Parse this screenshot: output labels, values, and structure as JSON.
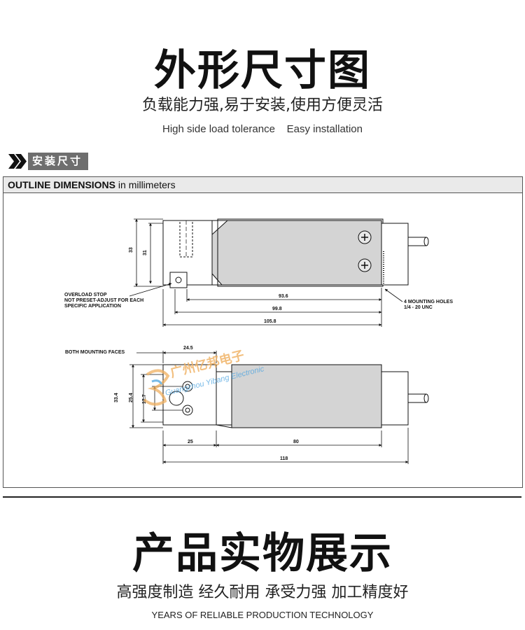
{
  "header": {
    "title": "外形尺寸图",
    "subtitle_cn": "负载能力强,易于安装,使用方便灵活",
    "subtitle_en": "High side load tolerance    Easy installation"
  },
  "section": {
    "label": "安装尺寸"
  },
  "drawing": {
    "header_bold": "OUTLINE DIMENSIONS",
    "header_rest": " in millimeters",
    "labels": {
      "overload_line1": "OVERLOAD STOP",
      "overload_line2": "NOT PRESET-ADJUST  FOR EACH",
      "overload_line3": "SPECIFIC APPLICATION",
      "mounting_holes_line1": "4 MOUNTING HOLES",
      "mounting_holes_line2": "1/4 - 20 UNC",
      "both_faces": "BOTH MOUNTING FACES"
    },
    "dims": {
      "d33": "33",
      "d31": "31",
      "d93_6": "93.6",
      "d99_8": "99.8",
      "d105_8": "105.8",
      "d24_5": "24.5",
      "d33_4": "33.4",
      "d25_4": "25.4",
      "d12_7": "12.7",
      "d25": "25",
      "d80": "80",
      "d118": "118"
    },
    "watermark": {
      "cn": "广州亿邦电子",
      "en": "Guangzhou Yibang Electronic"
    }
  },
  "footer": {
    "title": "产品实物展示",
    "subtitle_cn": "高强度制造 经久耐用 承受力强 加工精度好",
    "subtitle_en": "YEARS OF RELIABLE PRODUCTION TECHNOLOGY"
  },
  "colors": {
    "body_gray": "#d4d4d4",
    "tag_gray": "#6e6e6e",
    "watermark_orange": "#f0b060",
    "watermark_blue": "#4aa3e0"
  }
}
